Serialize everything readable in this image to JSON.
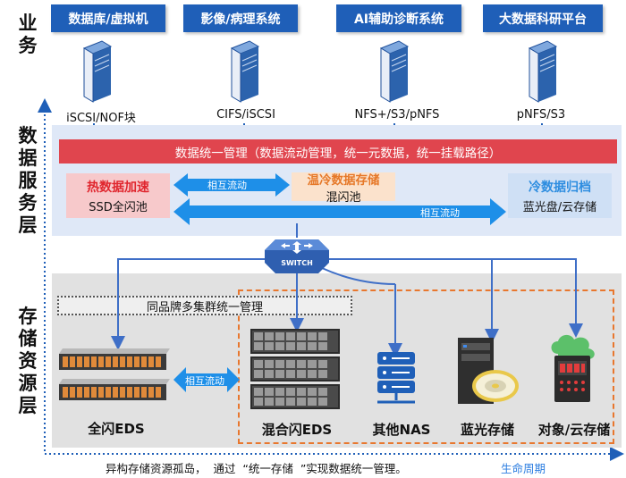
{
  "side_labels": {
    "business": [
      "业",
      "务"
    ],
    "data_service": [
      "数",
      "据",
      "服",
      "务",
      "层"
    ],
    "storage": [
      "存",
      "储",
      "资",
      "源",
      "层"
    ]
  },
  "business_systems": [
    {
      "name": "数据库/虚拟机",
      "protocol": "iSCSI/NOF块"
    },
    {
      "name": "影像/病理系统",
      "protocol": "CIFS/iSCSI"
    },
    {
      "name": "AI辅助诊断系统",
      "protocol": "NFS+/S3/pNFS"
    },
    {
      "name": "大数据科研平台",
      "protocol": "pNFS/S3"
    }
  ],
  "data_service": {
    "banner": "数据统一管理（数据流动管理，统一元数据，统一挂载路径）",
    "hot_title": "热数据加速",
    "hot_sub": "SSD全闪池",
    "warm_title": "温冷数据存储",
    "warm_sub": "混闪池",
    "cold_title": "冷数据归档",
    "cold_sub": "蓝光盘/云存储",
    "arrow1": "相互流动",
    "arrow2": "相互流动"
  },
  "storage": {
    "switch_label": "SWITCH",
    "cluster_label": "同品牌多集群统一管理",
    "eds_arrow": "相互流动",
    "devices": [
      "全闪EDS",
      "混合闪EDS",
      "其他NAS",
      "蓝光存储",
      "对象/云存储"
    ]
  },
  "footer": {
    "note": "异构存储资源孤岛，  通过  “统一存储  ”实现数据统一管理。",
    "lifecycle": "生命周期"
  },
  "colors": {
    "primary_blue": "#1f5fb8",
    "banner_red": "#e0454e",
    "hot_pink": "#f7c9cb",
    "warm_orange": "#fbe2cc",
    "cold_blue": "#cfe0f5",
    "panel_blue": "#dfe8f7",
    "panel_gray": "#e1e1e1",
    "dashed_orange": "#e8772e"
  }
}
